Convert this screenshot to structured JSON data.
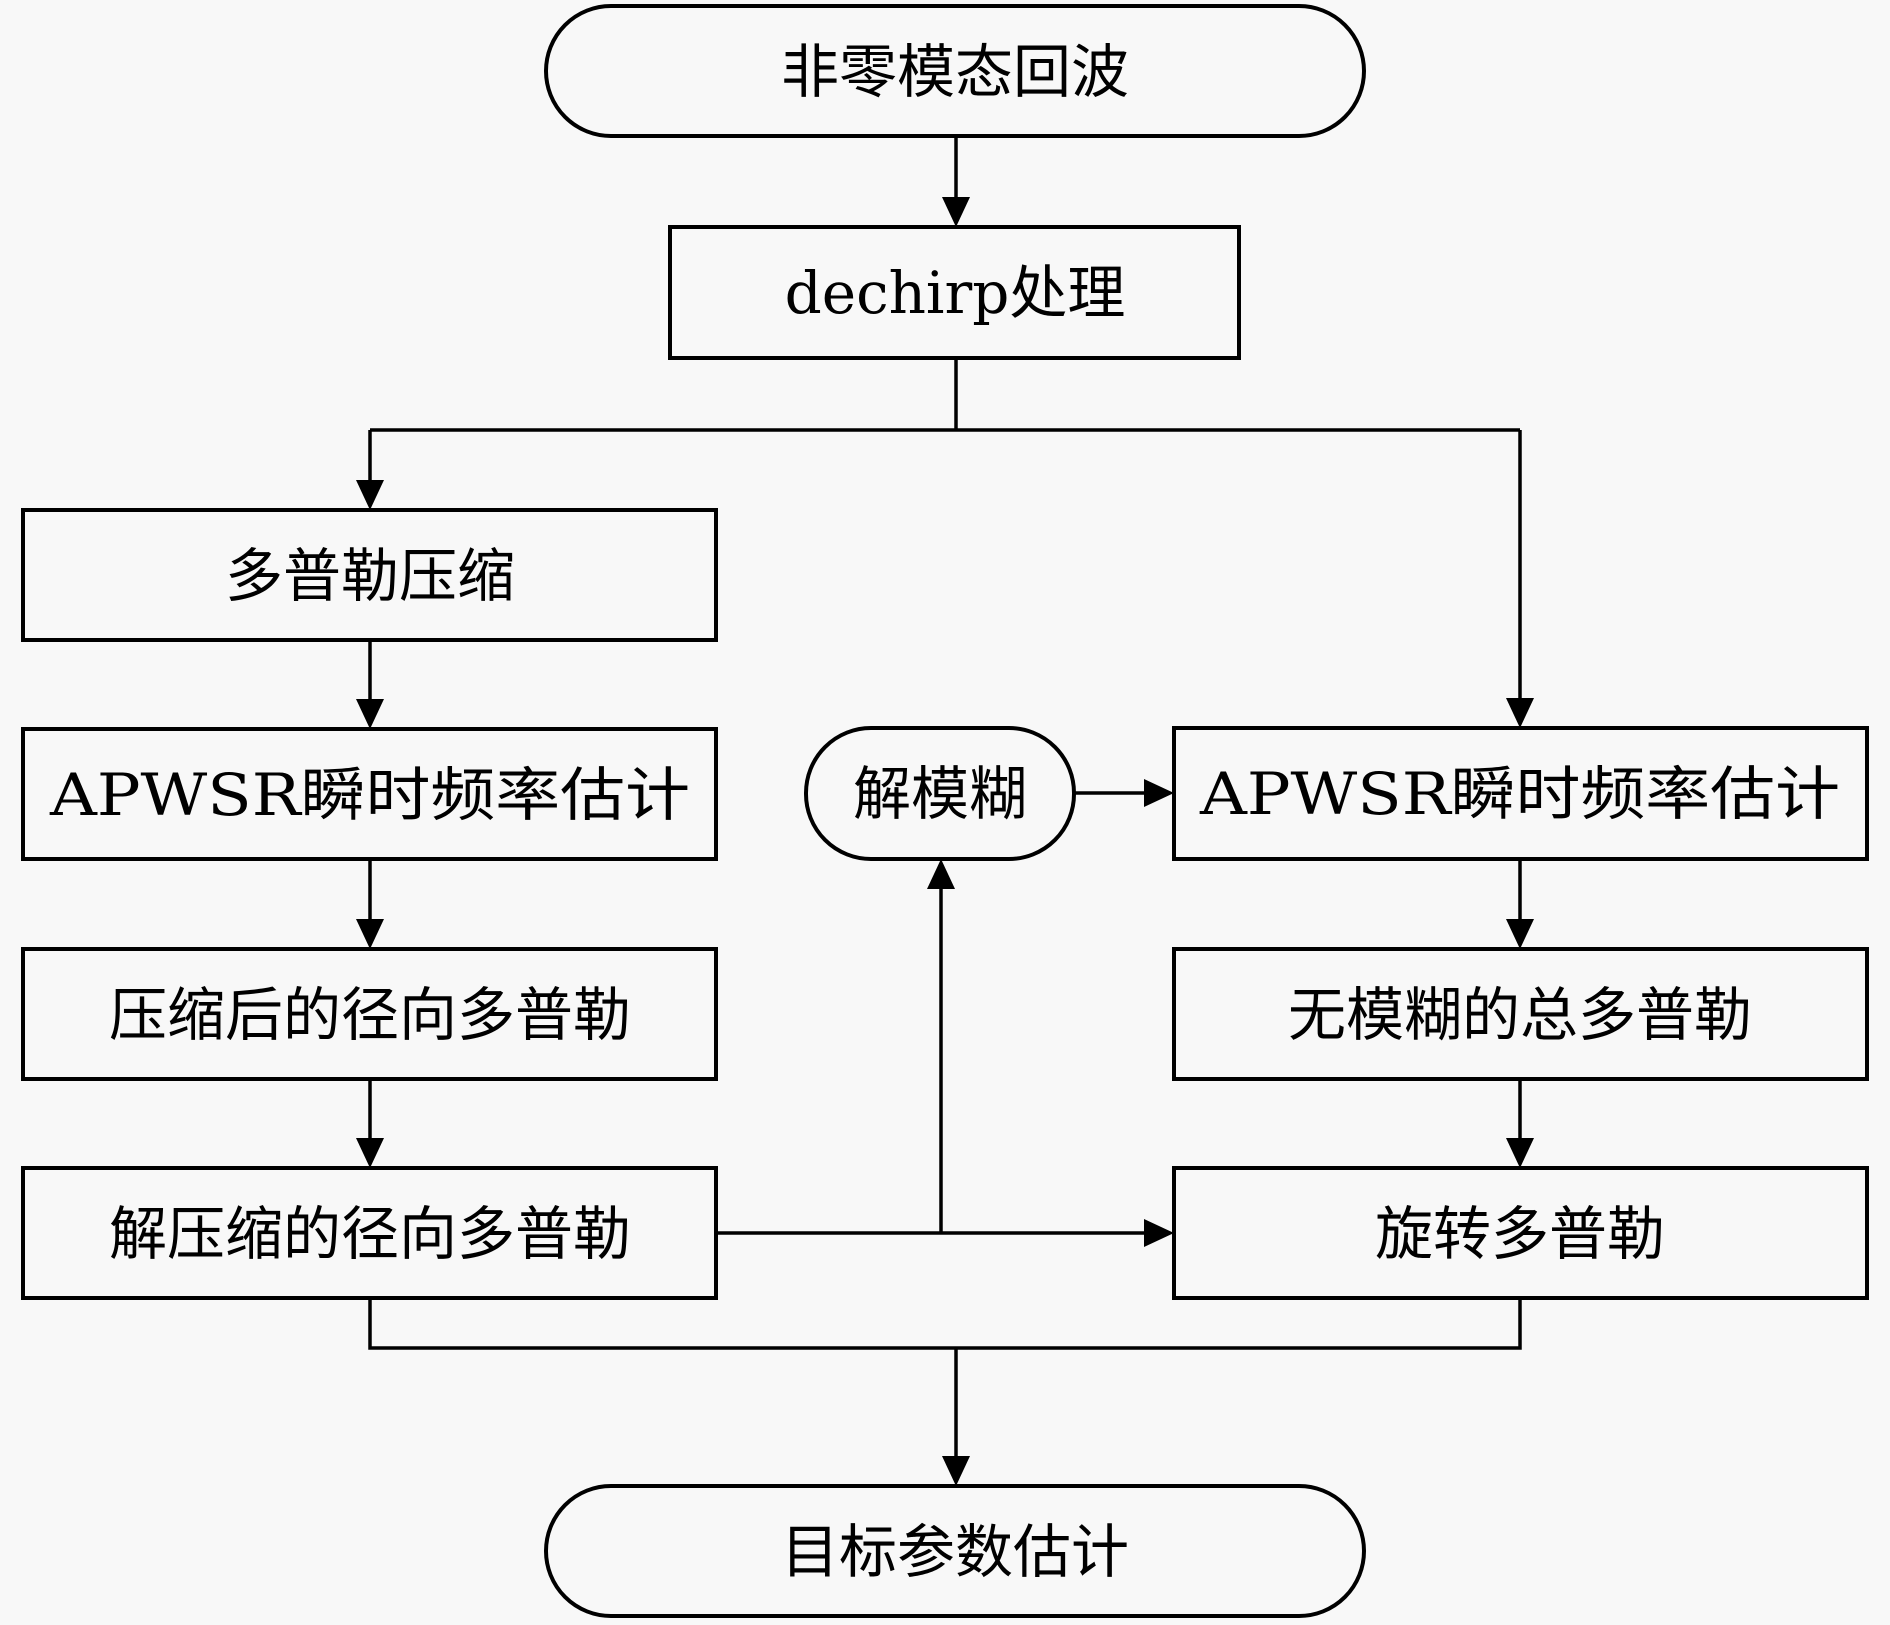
{
  "diagram": {
    "type": "flowchart",
    "nodes": {
      "start": {
        "label": "非零模态回波",
        "shape": "terminal"
      },
      "dechirp": {
        "label": "dechirp处理",
        "shape": "process"
      },
      "doppler_compress": {
        "label": "多普勒压缩",
        "shape": "process"
      },
      "apwsr_left": {
        "label": "APWSR瞬时频率估计",
        "shape": "process"
      },
      "compressed_radial": {
        "label": "压缩后的径向多普勒",
        "shape": "process"
      },
      "decompressed_radial": {
        "label": "解压缩的径向多普勒",
        "shape": "process"
      },
      "deambiguity": {
        "label": "解模糊",
        "shape": "terminal"
      },
      "apwsr_right": {
        "label": "APWSR瞬时频率估计",
        "shape": "process"
      },
      "unambiguous_total": {
        "label": "无模糊的总多普勒",
        "shape": "process"
      },
      "rotational": {
        "label": "旋转多普勒",
        "shape": "process"
      },
      "end": {
        "label": "目标参数估计",
        "shape": "terminal"
      }
    },
    "edges": [
      {
        "from": "start",
        "to": "dechirp"
      },
      {
        "from": "dechirp",
        "to": "doppler_compress"
      },
      {
        "from": "dechirp",
        "to": "apwsr_right"
      },
      {
        "from": "doppler_compress",
        "to": "apwsr_left"
      },
      {
        "from": "apwsr_left",
        "to": "compressed_radial"
      },
      {
        "from": "compressed_radial",
        "to": "decompressed_radial"
      },
      {
        "from": "decompressed_radial",
        "to": "deambiguity"
      },
      {
        "from": "decompressed_radial",
        "to": "rotational"
      },
      {
        "from": "deambiguity",
        "to": "apwsr_right"
      },
      {
        "from": "apwsr_right",
        "to": "unambiguous_total"
      },
      {
        "from": "unambiguous_total",
        "to": "rotational"
      },
      {
        "from": "decompressed_radial",
        "to": "end"
      },
      {
        "from": "rotational",
        "to": "end"
      }
    ]
  }
}
